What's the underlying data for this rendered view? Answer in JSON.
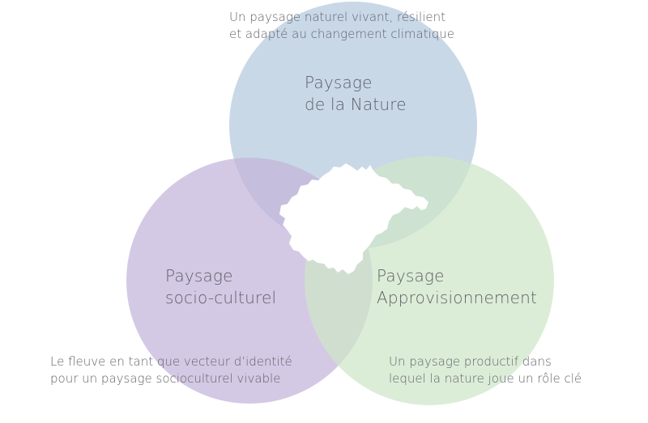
{
  "diagram": {
    "circles": [
      {
        "id": "nature",
        "title_lines": [
          "Paysage",
          "de la Nature"
        ],
        "caption_lines": [
          "Un paysage naturel vivant, résilient",
          "et adapté au changement climatique"
        ],
        "color": "#b9cde0"
      },
      {
        "id": "socio-culturel",
        "title_lines": [
          "Paysage",
          "socio-culturel"
        ],
        "caption_lines": [
          "Le fleuve en tant que vecteur d’identité",
          "pour un paysage socioculturel vivable"
        ],
        "color": "#c4b4d9"
      },
      {
        "id": "approvisionnement",
        "title_lines": [
          "Paysage",
          "Approvisionnement"
        ],
        "caption_lines": [
          "Un paysage productif dans",
          "lequel la nature joue un rôle clé"
        ],
        "color": "#cfe6c8"
      }
    ],
    "center_shape": {
      "icon": "region-map-silhouette",
      "color": "#ffffff"
    }
  }
}
